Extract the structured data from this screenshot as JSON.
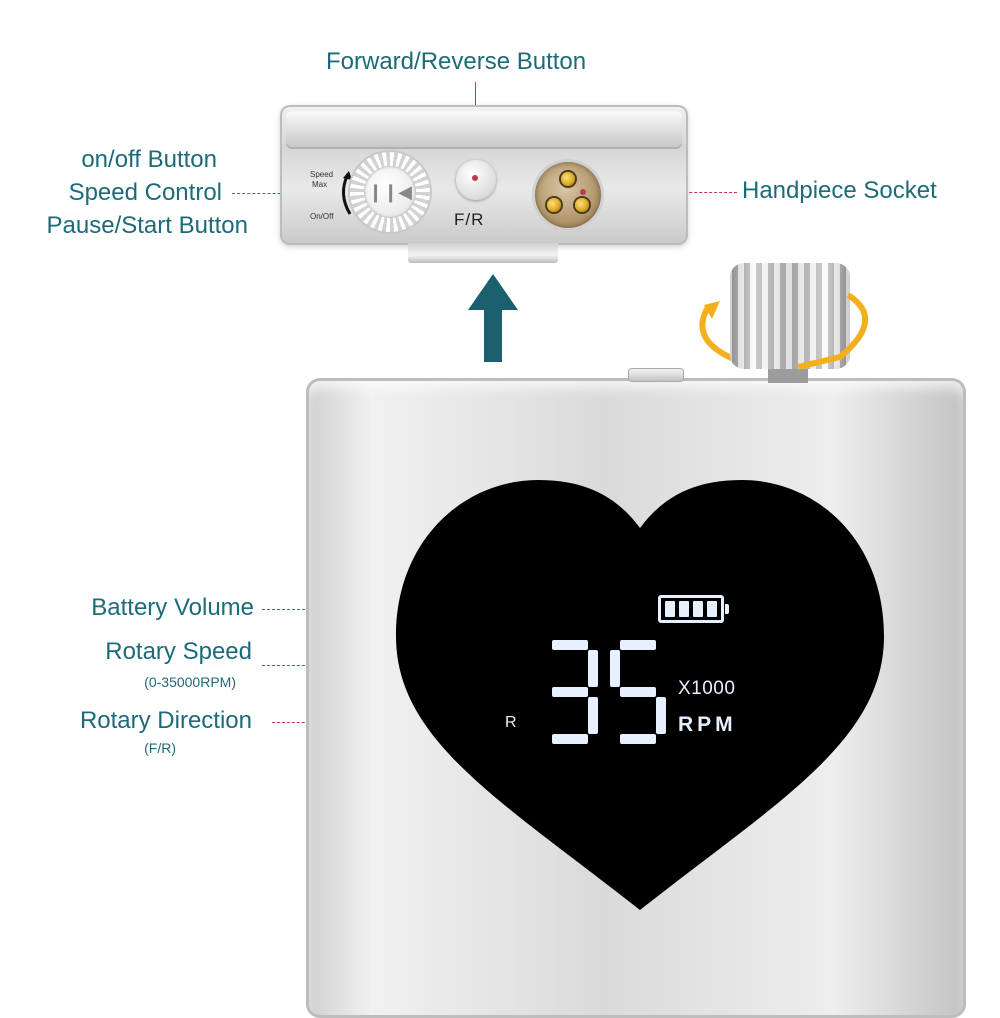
{
  "labels": {
    "forward_reverse": "Forward/Reverse Button",
    "on_off": "on/off Button",
    "speed_control": "Speed Control",
    "pause_start": "Pause/Start Button",
    "handpiece_socket": "Handpiece Socket",
    "battery_volume": "Battery Volume",
    "rotary_speed": "Rotary Speed",
    "rotary_speed_range": "(0-35000RPM)",
    "rotary_direction": "Rotary Direction",
    "rotary_direction_sub": "(F/R)"
  },
  "top_panel": {
    "fr_button_label": "F/R",
    "dial_speed_label": "Speed",
    "dial_max_label": "Max",
    "dial_onoff_label": "On/Off"
  },
  "display": {
    "speed_value": "35",
    "direction": "R",
    "multiplier": "X1000",
    "unit": "RPM",
    "battery_level": 1.0
  },
  "colors": {
    "callout_text": "#1c6b78",
    "leader_line": "#c2374a",
    "arrow": "#1c5f6e",
    "screen": "#000000",
    "segment_glow": "#e6f0ff",
    "ring_arrow": "#f2b01e"
  },
  "icons": {
    "up_arrow": "arrow-up-icon",
    "knob_rotation": "rotate-arrow-icon",
    "battery": "battery-icon"
  }
}
